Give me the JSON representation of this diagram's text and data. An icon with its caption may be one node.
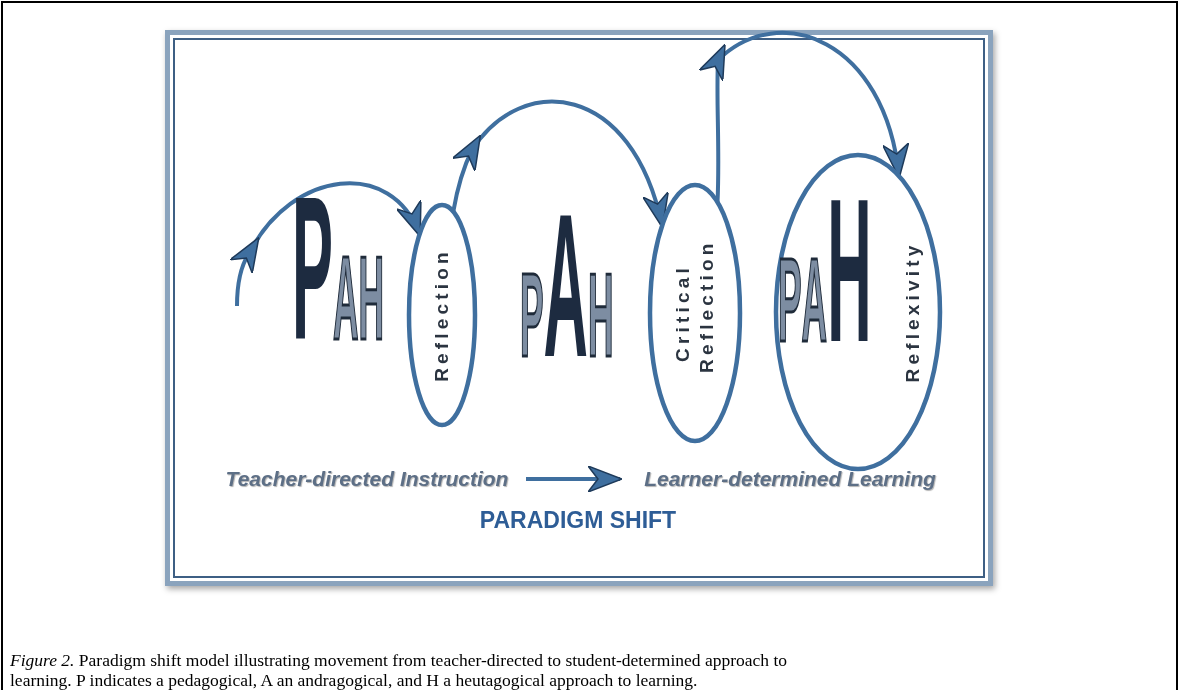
{
  "diagram": {
    "caption": "*Figure 2.* Paradigm shift model illustrating movement from teacher-directed to student-determined approach to learning. P indicates a pedagogical, A an andragogical, and H a heutagogical approach to learning.",
    "nodes": [
      {
        "text": [
          "Reflection"
        ]
      },
      {
        "text": [
          "Critical Reflection"
        ]
      },
      {
        "text": [
          "Reflexivity"
        ]
      },
      {
        "text": [
          "Teacher-directed Instruction"
        ]
      },
      {
        "text": [
          "Learner-determined Learning"
        ]
      }
    ],
    "edges": [
      {
        "from": null,
        "to": 0,
        "arrow": "to"
      },
      {
        "from": 0,
        "to": 1,
        "arrow": "to"
      },
      {
        "from": 1,
        "to": 2,
        "arrow": "to"
      },
      {
        "from": 3,
        "to": 4,
        "arrow": "to"
      }
    ],
    "labels": [
      "PAH",
      "PAH",
      "PAH",
      "PARADIGM SHIFT"
    ]
  }
}
